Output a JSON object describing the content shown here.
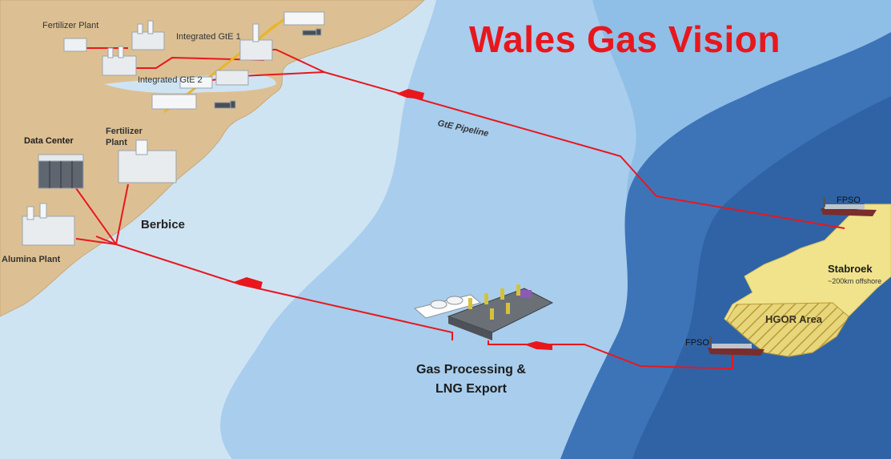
{
  "title": "Wales Gas Vision",
  "colors": {
    "title": "#e8171d",
    "land": "#dcc094",
    "shallow_sea": "#cfe4f3",
    "mid_sea": "#a9cdec",
    "deep_sea": "#3d74b8",
    "stabroek": "#f1e38c",
    "pipeline": "#e8171d"
  },
  "labels": {
    "fertilizer_plant_top": "Fertilizer Plant",
    "integrated_gte_1": "Integrated GtE 1",
    "integrated_gte_2": "Integrated GtE 2",
    "data_center": "Data Center",
    "fertilizer_plant_2_line1": "Fertilizer",
    "fertilizer_plant_2_line2": "Plant",
    "berbice": "Berbice",
    "alumina_plant": "Alumina Plant",
    "gte_pipeline": "GtE Pipeline",
    "fpso_top": "FPSO",
    "fpso_bottom": "FPSO",
    "stabroek": "Stabroek",
    "stabroek_sub": "~200km offshore",
    "hgor_area": "HGOR Area",
    "gas_processing_line1": "Gas Processing &",
    "gas_processing_line2": "LNG Export"
  },
  "icons": [
    "pipeline-arrow-icon",
    "fpso-vessel-icon",
    "lng-carrier-icon",
    "processing-platform-icon",
    "truck-icon",
    "factory-icon",
    "data-center-icon"
  ]
}
